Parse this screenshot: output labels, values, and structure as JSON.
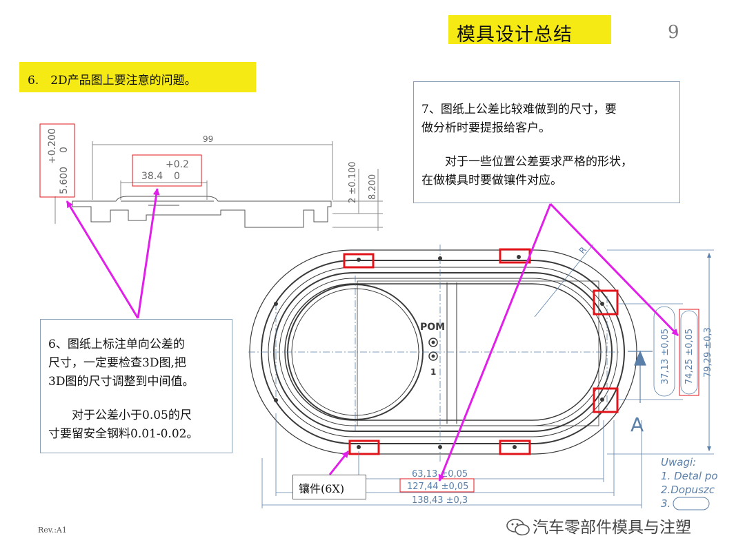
{
  "title": "模具设计总结",
  "page_number": "9",
  "section_heading": "6.　2D产品图上要注意的问题。",
  "note7": {
    "line1": "7、图纸上公差比较难做到的尺寸，要",
    "line2": "做分析时要提报给客户。",
    "line3": "　　对于一些位置公差要求严格的形状，",
    "line4": "在做模具时要做镶件对应。"
  },
  "note6": {
    "line1": "6、图纸上标注单向公差的",
    "line2": "尺寸，一定要检查3D图,把",
    "line3": "3D图的尺寸调整到中间值。",
    "line4": "　　对于公差小于0.05的尺",
    "line5": "寸要留安全钢料0.01-0.02。"
  },
  "insert_label": "镶件(6X)",
  "revision": "Rev.:A1",
  "watermark": "汽车零部件模具与注塑",
  "drawing_left": {
    "dim_99": "99",
    "tol_plus": "+0.2",
    "dim_38": "38.4",
    "tol_zero": "0",
    "vert_tol_plus": "+0.200",
    "vert_tol_zero": "0",
    "vert_dim": "5.600",
    "dim_2": "2 ±0.100",
    "dim_8": "8.200"
  },
  "drawing_main": {
    "pom": "POM",
    "one": "1",
    "dim_37": "37,13 ±0,05",
    "dim_74": "74,25 ±0,05",
    "dim_79": "79,29 ±0,3",
    "dim_63": "63,13 ±0,05",
    "dim_127": "127,44 ±0,05",
    "dim_138": "138,43 ±0,3",
    "section_a": "A",
    "radius_r": "R",
    "uwagi": "Uwagi:",
    "note1": "1. Detal po",
    "note2": "2.Dopuszc",
    "note3": "3."
  },
  "colors": {
    "highlight": "#f5ea14",
    "arrow": "#e01fe8",
    "marker": "#e0141a",
    "drawing": "#3a3a3a",
    "dimension": "#5a7fa8"
  }
}
